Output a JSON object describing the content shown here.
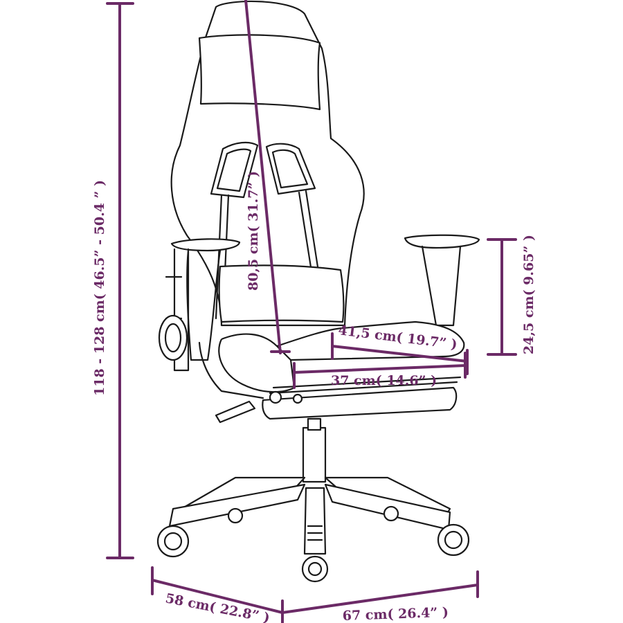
{
  "colors": {
    "dimension": "#6b2a66",
    "outline": "#1a1a1a",
    "background": "#ffffff"
  },
  "dimensions": {
    "total_height": "118 - 128 cm( 46.5”  - 50.4  ” )",
    "backrest_height": "80,5 cm( 31.7” )",
    "armrest_height": "24,5 cm( 9.65” )",
    "seat_depth": "41,5 cm( 19.7” )",
    "seat_width": "37 cm( 14.6” )",
    "base_depth": "58 cm( 22.8” )",
    "base_width": "67 cm( 26.4”  )"
  }
}
